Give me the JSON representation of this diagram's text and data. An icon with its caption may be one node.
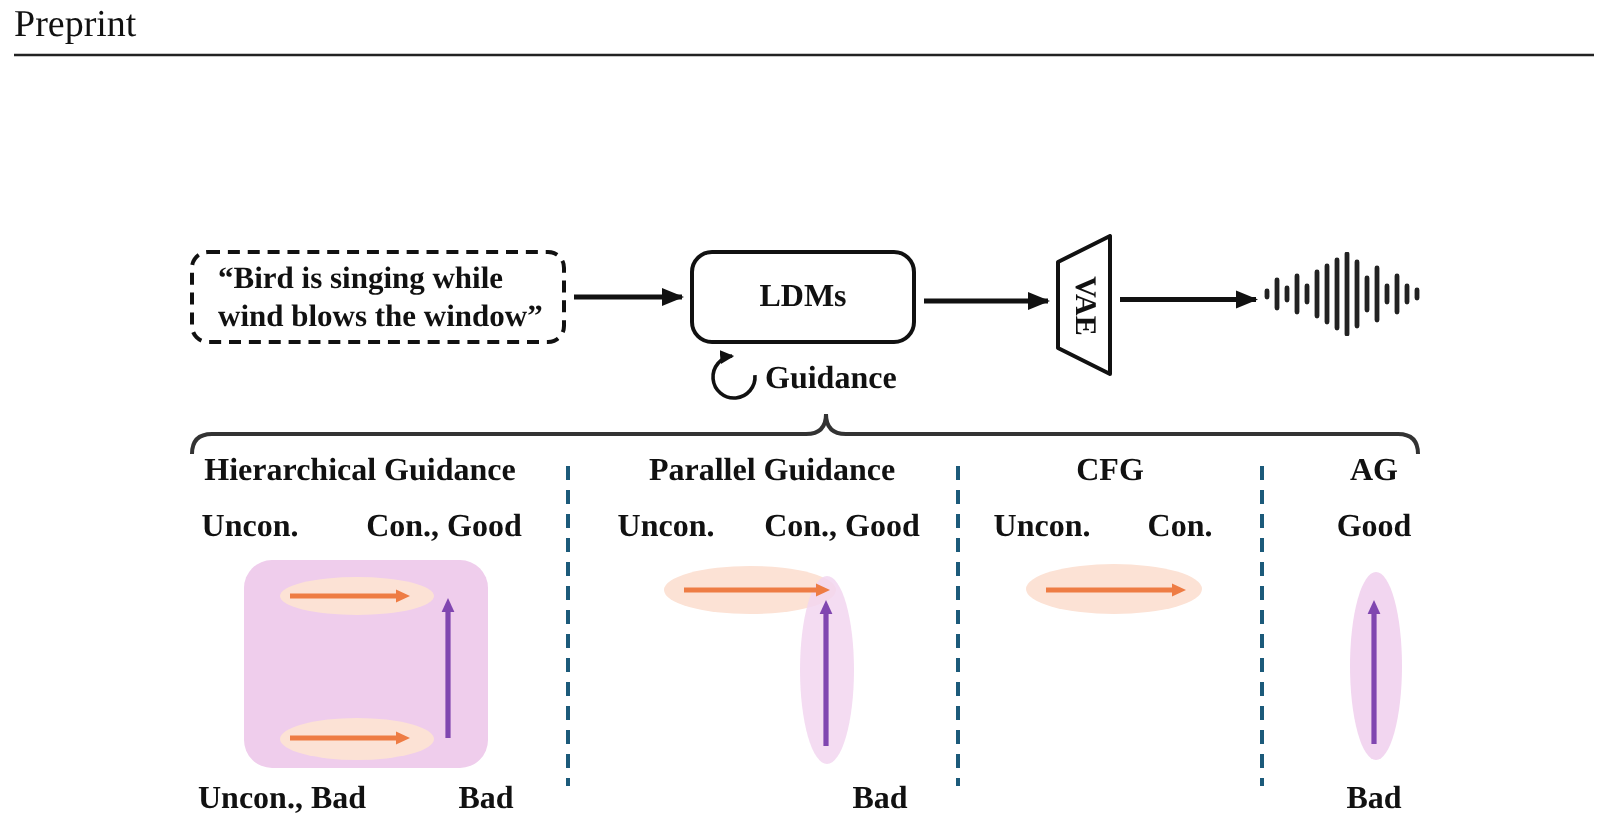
{
  "diagram": {
    "nodes": [
      {
        "text": [
          "“Bird is singing while wind blows the window”"
        ]
      },
      {
        "text": [
          "LDMs"
        ]
      },
      {
        "text": [
          "VAE"
        ]
      },
      {
        "text": [],
        "shape": "picture"
      }
    ],
    "edges": [
      {
        "from": 0,
        "to": 1,
        "arrow": "to"
      },
      {
        "from": 1,
        "to": 2,
        "arrow": "to"
      },
      {
        "from": 2,
        "to": 3,
        "arrow": "to"
      },
      {
        "from": 1,
        "to": 1,
        "arrow": "to",
        "label": "Guidance"
      }
    ],
    "labels": [
      "Preprint",
      "Hierarchical Guidance",
      "Parallel Guidance",
      "CFG",
      "AG",
      "Uncon.",
      "Con., Good",
      "Uncon.",
      "Con., Good",
      "Uncon.",
      "Con.",
      "Good",
      "Uncon., Bad",
      "Bad",
      "Bad",
      "Bad"
    ]
  }
}
